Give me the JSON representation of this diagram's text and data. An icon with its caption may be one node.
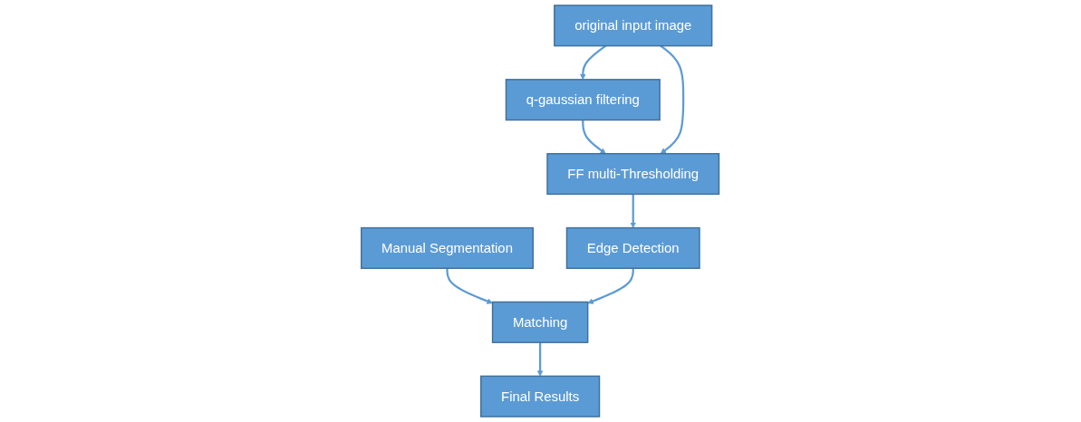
{
  "diagram": {
    "nodes": [
      {
        "text": [
          "Manual Segmentation"
        ]
      },
      {
        "text": [
          "original input image"
        ]
      },
      {
        "text": [
          "q-gaussian filtering"
        ]
      },
      {
        "text": [
          "Final Results"
        ]
      },
      {
        "text": [
          "Matching"
        ]
      },
      {
        "text": [
          "Edge Detection"
        ]
      },
      {
        "text": [
          "FF multi-Thresholding"
        ]
      }
    ],
    "edges": [
      {
        "from": 1,
        "to": 2,
        "arrow": "to"
      },
      {
        "from": 0,
        "to": 4,
        "arrow": "to"
      },
      {
        "from": 4,
        "to": 3,
        "arrow": "to"
      },
      {
        "from": 2,
        "to": 6,
        "arrow": "to"
      },
      {
        "from": 1,
        "to": 6,
        "arrow": "to"
      },
      {
        "from": 6,
        "to": 5,
        "arrow": "to"
      },
      {
        "from": 5,
        "to": 4,
        "arrow": "to"
      }
    ]
  }
}
